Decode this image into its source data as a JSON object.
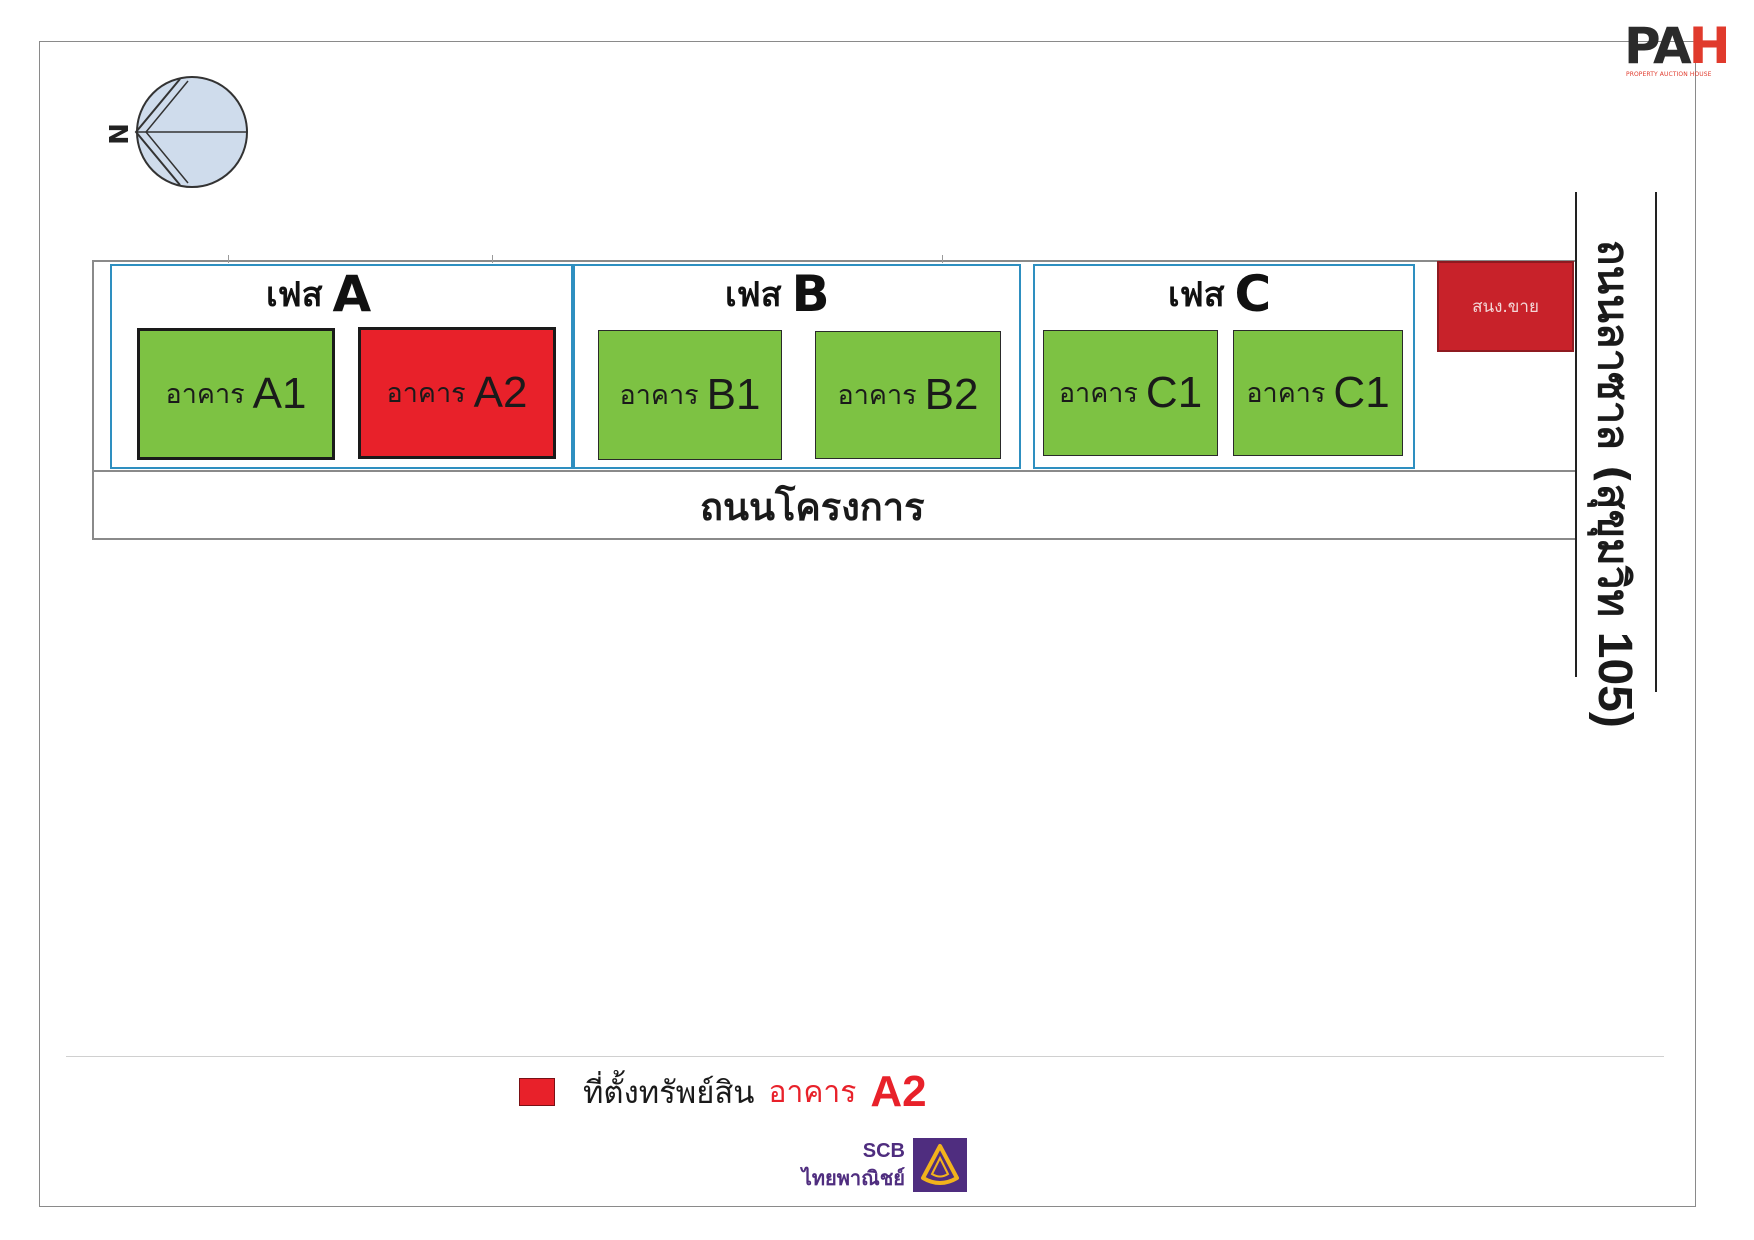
{
  "logo": {
    "main_pa": "PA",
    "main_h": "H",
    "sub": "PROPERTY AUCTION HOUSE"
  },
  "compass": {
    "north": "N"
  },
  "phases": [
    {
      "thai": "เฟส",
      "letter": "A"
    },
    {
      "thai": "เฟส",
      "letter": "B"
    },
    {
      "thai": "เฟส",
      "letter": "C"
    }
  ],
  "buildings": [
    {
      "thai": "อาคาร",
      "code": "A1",
      "status": "green",
      "color": "#7dc243"
    },
    {
      "thai": "อาคาร",
      "code": "A2",
      "status": "red",
      "color": "#e8212a"
    },
    {
      "thai": "อาคาร",
      "code": "B1",
      "status": "green",
      "color": "#7dc243"
    },
    {
      "thai": "อาคาร",
      "code": "B2",
      "status": "green",
      "color": "#7dc243"
    },
    {
      "thai": "อาคาร",
      "code": "C1",
      "status": "green",
      "color": "#7dc243"
    },
    {
      "thai": "อาคาร",
      "code": "C1",
      "status": "green",
      "color": "#7dc243"
    }
  ],
  "sales_office": "สนง.ขาย",
  "project_road": "ถนนโครงการ",
  "main_road": {
    "name": "ถนนลาซาล (สุขุมวิท",
    "number": "105)"
  },
  "legend": {
    "text": "ที่ตั้งทรัพย์สิน",
    "building": "อาคาร",
    "code": "A2",
    "color": "#e8212a"
  },
  "bank": {
    "en": "SCB",
    "th": "ไทยพาณิชย์",
    "color": "#4f2d7f"
  }
}
